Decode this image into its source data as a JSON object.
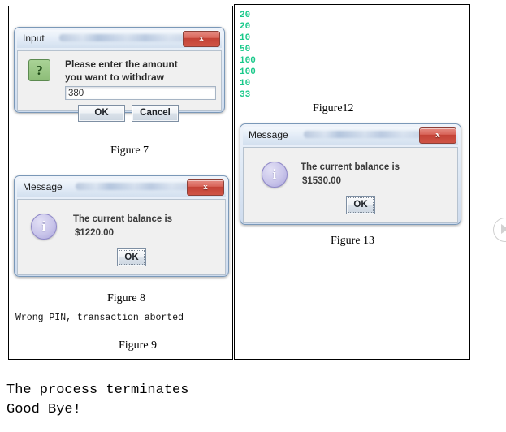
{
  "left_panel": {
    "input_dialog": {
      "title": "Input",
      "close_label": "x",
      "icon": "question-icon",
      "icon_glyph": "?",
      "prompt_line1": "Please enter the amount",
      "prompt_line2": "you want to withdraw",
      "input_value": "380",
      "ok_label": "OK",
      "cancel_label": "Cancel"
    },
    "caption_figure7": "Figure 7",
    "message_dialog": {
      "title": "Message",
      "close_label": "x",
      "icon": "info-icon",
      "icon_glyph": "i",
      "line1": "The current balance is",
      "line2": "$1220.00",
      "ok_label": "OK"
    },
    "caption_figure8": "Figure 8",
    "console_text": "Wrong PIN, transaction aborted",
    "caption_figure9": "Figure 9"
  },
  "right_panel": {
    "console_values": [
      "20",
      "20",
      "10",
      "50",
      "100",
      "100",
      "10",
      "33"
    ],
    "caption_figure12": "Figure12",
    "message_dialog": {
      "title": "Message",
      "close_label": "x",
      "icon": "info-icon",
      "icon_glyph": "i",
      "line1": "The current balance is",
      "line2": "$1530.00",
      "ok_label": "OK"
    },
    "caption_figure13": "Figure 13"
  },
  "bottom": {
    "line1": "The process terminates",
    "line2": "Good Bye!"
  },
  "colors": {
    "console_green": "#19c98a",
    "close_red": "#c34236",
    "info_purple": "#aaa4dc",
    "question_green": "#8dbd78"
  }
}
